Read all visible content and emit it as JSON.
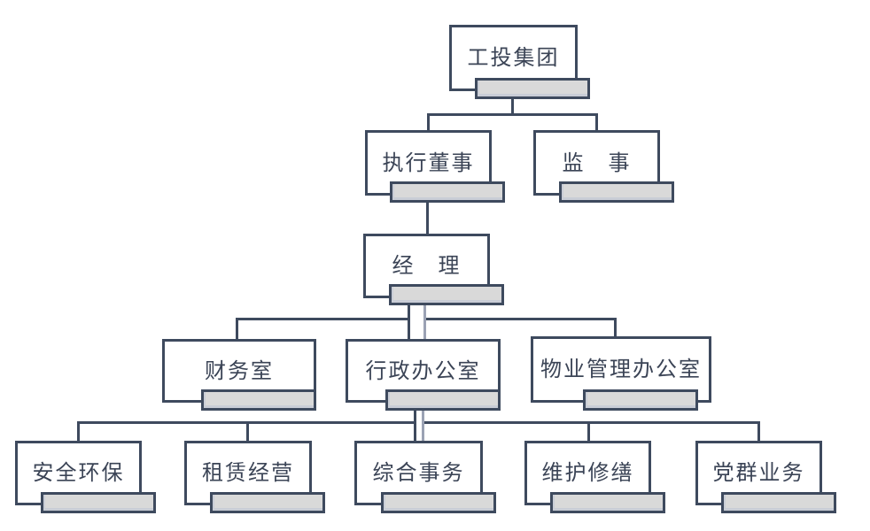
{
  "diagram": {
    "type": "org-chart",
    "background_color": "#FFFFFF",
    "colors": {
      "box_border": "#3E4A5E",
      "box_fill": "#FFFFFF",
      "name_plate_fill": "#D9D9D9",
      "name_plate_inner_line": "#C9CDD6",
      "connector_dark": "#3E4A5E",
      "connector_light": "#9BA2B4",
      "label_text": "#3B4456"
    },
    "nodes": [
      {
        "id": "gongtou-jituan",
        "label": "工投集团",
        "level": 1
      },
      {
        "id": "zhixing-dongshi",
        "label": "执行董事",
        "level": 2
      },
      {
        "id": "jian-shi",
        "label": "监　事",
        "level": 2
      },
      {
        "id": "jing-li",
        "label": "经　理",
        "level": 3
      },
      {
        "id": "caiwu-shi",
        "label": "财务室",
        "level": 4
      },
      {
        "id": "xingzheng-bangongshi",
        "label": "行政办公室",
        "level": 4
      },
      {
        "id": "wuye-guanli-bangongshi",
        "label": "物业管理办公室",
        "level": 4
      },
      {
        "id": "anquan-huanbao",
        "label": "安全环保",
        "level": 5
      },
      {
        "id": "zulin-jingying",
        "label": "租赁经营",
        "level": 5
      },
      {
        "id": "zonghe-shiwu",
        "label": "综合事务",
        "level": 5
      },
      {
        "id": "weihu-xiushan",
        "label": "维护修缮",
        "level": 5
      },
      {
        "id": "dangqun-yewu",
        "label": "党群业务",
        "level": 5
      }
    ],
    "edges": [
      {
        "from": "工投集团",
        "to": "执行董事"
      },
      {
        "from": "工投集团",
        "to": "监　事"
      },
      {
        "from": "执行董事",
        "to": "经　理"
      },
      {
        "from": "经　理",
        "to": "财务室"
      },
      {
        "from": "经　理",
        "to": "行政办公室"
      },
      {
        "from": "经　理",
        "to": "物业管理办公室"
      },
      {
        "from": "行政办公室",
        "to": "安全环保"
      },
      {
        "from": "行政办公室",
        "to": "租赁经营"
      },
      {
        "from": "行政办公室",
        "to": "综合事务"
      },
      {
        "from": "行政办公室",
        "to": "维护修缮"
      },
      {
        "from": "行政办公室",
        "to": "党群业务"
      }
    ]
  }
}
